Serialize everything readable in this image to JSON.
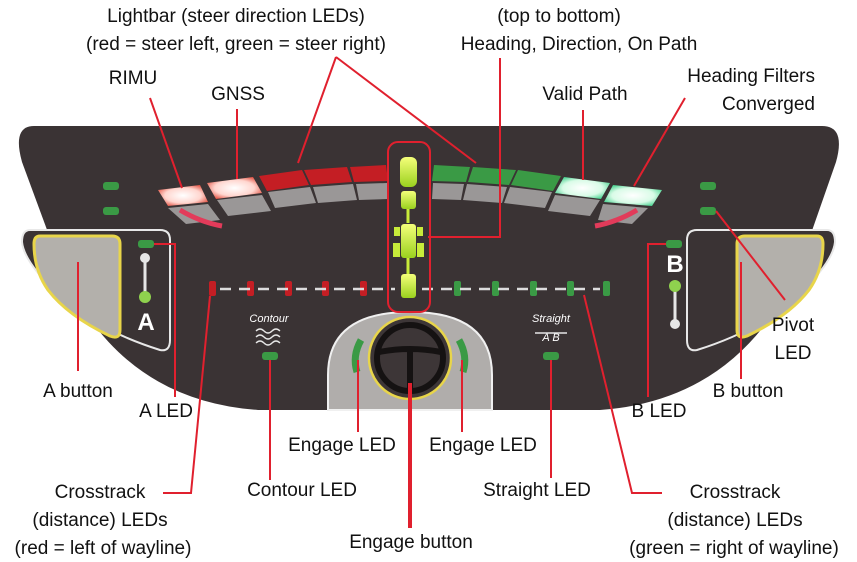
{
  "labels": {
    "lightbar_line1": "Lightbar (steer direction LEDs)",
    "lightbar_line2": "(red = steer left, green = steer right)",
    "stack_line1": "(top to bottom)",
    "stack_line2": "Heading, Direction, On Path",
    "rimu": "RIMU",
    "gnss": "GNSS",
    "valid_path": "Valid Path",
    "heading_filters_line1": "Heading Filters",
    "heading_filters_line2": "Converged",
    "pivot_led_line1": "Pivot",
    "pivot_led_line2": "LED",
    "a_button": "A button",
    "a_led": "A LED",
    "b_button": "B button",
    "b_led": "B LED",
    "engage_led_left": "Engage LED",
    "engage_led_right": "Engage LED",
    "contour_led": "Contour LED",
    "straight_led": "Straight LED",
    "engage_button": "Engage button",
    "crosstrack_left_line1": "Crosstrack",
    "crosstrack_left_line2": "(distance) LEDs",
    "crosstrack_left_line3": "(red = left of wayline)",
    "crosstrack_right_line1": "Crosstrack",
    "crosstrack_right_line2": "(distance) LEDs",
    "crosstrack_right_line3": "(green = right of wayline)"
  },
  "panel": {
    "a_letter": "A",
    "b_letter": "B",
    "contour_text": "Contour",
    "straight_text": "Straight",
    "straight_ab_text": "A B"
  },
  "colors": {
    "callout": "#e0202e",
    "panel": "#3a3334",
    "led_red": "#c41e24",
    "led_green": "#3a9a45",
    "led_yellow_green": "#c8ec3a",
    "button_yellow": "#e8d54a"
  }
}
